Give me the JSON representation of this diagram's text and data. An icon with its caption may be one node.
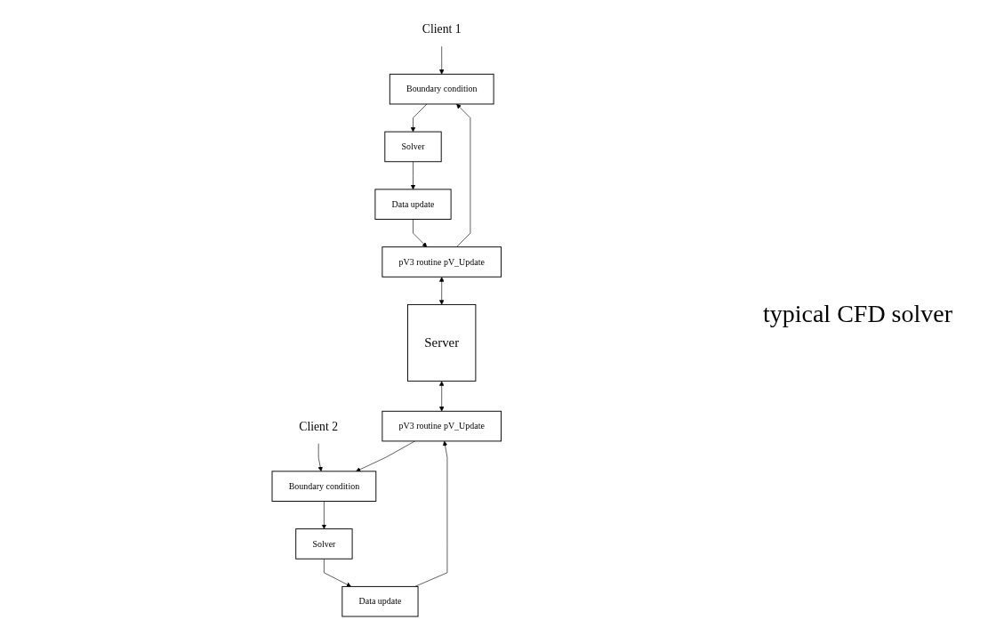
{
  "diagram": {
    "nodes": [
      {
        "text": [
          "Client 1"
        ]
      },
      {
        "text": [
          "Boundary condition"
        ]
      },
      {
        "text": [
          "Solver"
        ]
      },
      {
        "text": [
          "Data update"
        ]
      },
      {
        "text": [
          "pV3 routine pV_Update"
        ]
      },
      {
        "text": [
          "Server"
        ]
      },
      {
        "text": [
          "Client 2"
        ]
      },
      {
        "text": [
          "Boundary condition"
        ]
      },
      {
        "text": [
          "Solver"
        ]
      },
      {
        "text": [
          "Data update"
        ]
      },
      {
        "text": [
          "pV3 routine pV_Update"
        ]
      }
    ],
    "edges": [
      {
        "from": 0,
        "to": 1,
        "arrow": "to"
      },
      {
        "from": 1,
        "to": 2,
        "arrow": "to"
      },
      {
        "from": 2,
        "to": 3,
        "arrow": "to"
      },
      {
        "from": 3,
        "to": 4,
        "arrow": "to"
      },
      {
        "from": 4,
        "to": 1,
        "arrow": "to"
      },
      {
        "from": 4,
        "to": 5,
        "arrow": "both"
      },
      {
        "from": 5,
        "to": 10,
        "arrow": "both"
      },
      {
        "from": 6,
        "to": 7,
        "arrow": "to"
      },
      {
        "from": 7,
        "to": 8,
        "arrow": "to"
      },
      {
        "from": 8,
        "to": 9,
        "arrow": "to"
      },
      {
        "from": 9,
        "to": 10,
        "arrow": "to"
      },
      {
        "from": 10,
        "to": 7,
        "arrow": "to"
      }
    ],
    "labels": [
      "typical CFD solver"
    ]
  }
}
